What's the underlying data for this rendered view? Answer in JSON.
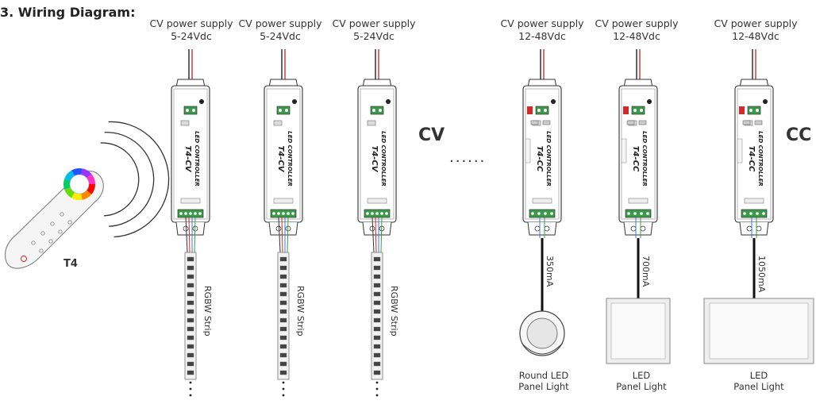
{
  "title": "3. Wiring Diagram:",
  "remote": {
    "model": "T4"
  },
  "cv_section": {
    "tag": "CV",
    "power_supply": {
      "line1": "CV power supply",
      "line2": "5-24Vdc"
    },
    "controller": {
      "line1": "LED CONTROLLER",
      "line2": "T4-CV"
    },
    "load": "RGBW Strip"
  },
  "ellipsis": "......",
  "cc_section": {
    "tag": "CC",
    "power_supply": {
      "line1": "CV power supply",
      "line2": "12-48Vdc"
    },
    "controller": {
      "line1": "LED CONTROLLER",
      "line2": "T4-CC"
    },
    "outputs": [
      {
        "current": "350mA",
        "load_line1": "Round LED",
        "load_line2": "Panel Light"
      },
      {
        "current": "700mA",
        "load_line1": "LED",
        "load_line2": "Panel Light"
      },
      {
        "current": "1050mA",
        "load_line1": "LED",
        "load_line2": "Panel Light"
      }
    ]
  },
  "colors": {
    "line": "#333333",
    "wire_red": "#d42a2a",
    "terminal_green": "#3c9a4a",
    "panel_fill": "#eeeeee"
  }
}
